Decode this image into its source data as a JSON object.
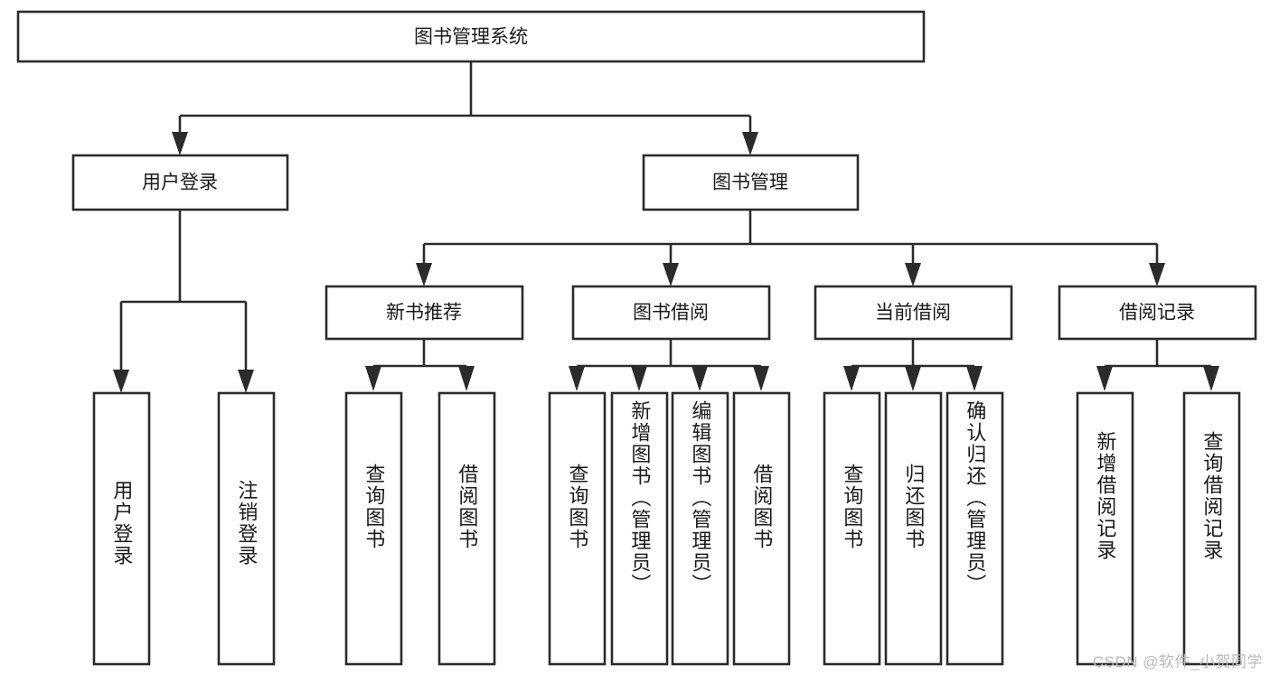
{
  "diagram": {
    "title_node": {
      "label": "图书管理系统"
    },
    "level2": [
      {
        "id": "user-login",
        "label": "用户登录"
      },
      {
        "id": "book-manage",
        "label": "图书管理"
      }
    ],
    "level3": [
      {
        "id": "new-book-recommend",
        "label": "新书推荐"
      },
      {
        "id": "book-borrow",
        "label": "图书借阅"
      },
      {
        "id": "current-borrow",
        "label": "当前借阅"
      },
      {
        "id": "borrow-record",
        "label": "借阅记录"
      }
    ],
    "leaves": {
      "user-login": [
        {
          "id": "leaf-user-login",
          "label": "用户登录"
        },
        {
          "id": "leaf-user-logout",
          "label": "注销登录"
        }
      ],
      "new-book-recommend": [
        {
          "id": "leaf-query-book-1",
          "label": "查询图书"
        },
        {
          "id": "leaf-borrow-book-1",
          "label": "借阅图书"
        }
      ],
      "book-borrow": [
        {
          "id": "leaf-query-book-2",
          "label": "查询图书"
        },
        {
          "id": "leaf-add-book",
          "label": "新增图书（管理员）"
        },
        {
          "id": "leaf-edit-book",
          "label": "编辑图书（管理员）"
        },
        {
          "id": "leaf-borrow-book-2",
          "label": "借阅图书"
        }
      ],
      "current-borrow": [
        {
          "id": "leaf-query-book-3",
          "label": "查询图书"
        },
        {
          "id": "leaf-return-book",
          "label": "归还图书"
        },
        {
          "id": "leaf-confirm-return",
          "label": "确认归还（管理员）"
        }
      ],
      "borrow-record": [
        {
          "id": "leaf-add-record",
          "label": "新增借阅记录"
        },
        {
          "id": "leaf-query-record",
          "label": "查询借阅记录"
        }
      ]
    }
  },
  "watermark": {
    "text": "CSDN @软件_小贺同学"
  },
  "colors": {
    "stroke": "#2b2b2b",
    "fill": "#ffffff",
    "text": "#1a1a1a",
    "watermark": "#b9b9b9"
  }
}
